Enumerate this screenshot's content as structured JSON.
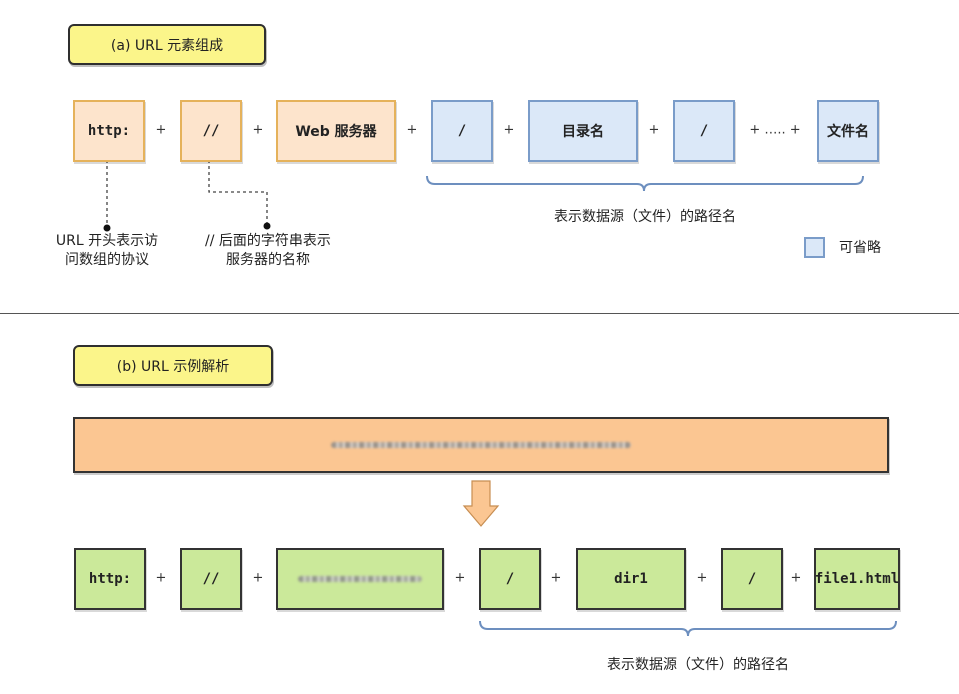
{
  "section_a": {
    "tag": "(a)  URL 元素组成",
    "boxes": [
      "http:",
      "//",
      "Web 服务器",
      "/",
      "目录名",
      "/",
      "文件名"
    ],
    "plus": "+",
    "ellipsis": "+ ….. +",
    "brace_label": "表示数据源（文件）的路径名",
    "note_protocol": [
      "URL 开头表示访",
      "问数组的协议"
    ],
    "note_server": [
      "// 后面的字符串表示",
      "服务器的名称"
    ],
    "legend_label": "可省略"
  },
  "section_b": {
    "tag": "(b)  URL 示例解析",
    "boxes": [
      "http:",
      "//",
      "",
      "/",
      "dir1",
      "/",
      "file1.html"
    ],
    "plus": "+",
    "brace_label": "表示数据源（文件）的路径名"
  },
  "colors": {
    "tag_fill": "#fbf58a",
    "orange_fill": "#fde4cc",
    "orange_border": "#e5b25b",
    "blue_fill": "#dbe8f8",
    "blue_border": "#7a9cc9",
    "green_fill": "#cbe99a",
    "banner_fill": "#fbc692",
    "arrow_fill": "#fbc692"
  }
}
